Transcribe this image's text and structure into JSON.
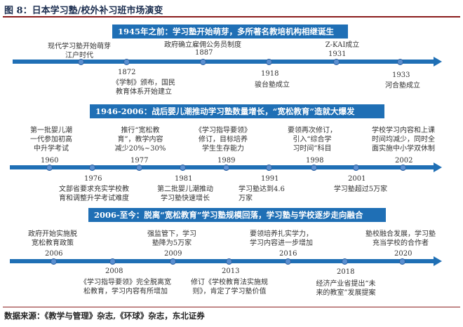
{
  "figure_title": "图 8：日本学习塾/校外补习班市场演变",
  "source_note": "数据来源：《教学与管理》杂志,《环球》杂志，东北证券",
  "colors": {
    "band": "#1f6fb5",
    "axis": "#1f6fb5",
    "rule": "#8a1c1c",
    "dot": "#5a8fd0"
  },
  "stage1": {
    "band": "1945年之前：学习塾开始萌芽，多所著名教培机构相继诞生",
    "events": [
      {
        "text": "现代学习塾开始萌芽\n江户时代"
      },
      {
        "year": "1872",
        "text": "《学制》颁布，国民\n教育体系开始建立"
      },
      {
        "year": "1887",
        "text": "政府确立雇佣公务员制度"
      },
      {
        "year": "1918",
        "text": "骏台塾成立"
      },
      {
        "year": "1931",
        "text": "Z-KAI成立"
      },
      {
        "year": "1933",
        "text": "河合塾成立"
      }
    ]
  },
  "stage2": {
    "band": "1946-2006：战后婴儿潮推动学习塾数量增长，“宽松教育”造就大爆发",
    "events": [
      {
        "year": "1960",
        "text": "第一批婴儿潮\n一代参加初高\n中升学考试"
      },
      {
        "year": "1976",
        "text": "文部省要求充实学校教\n育和调整升学考试难度"
      },
      {
        "year": "1977",
        "text": "推行“宽松教\n育”，教学内容\n减少20%~30%"
      },
      {
        "year": "1981",
        "text": "第二批婴儿潮推动\n学习塾快速增长"
      },
      {
        "year": "1989",
        "text": "《学习指导要领》\n修订，目标培养\n学生生存能力"
      },
      {
        "year": "1991",
        "text": "学习塾达到4.6\n万家"
      },
      {
        "year": "1998",
        "text": "要领再次修订，\n引入“综合学\n习时间”科目"
      },
      {
        "year": "2001",
        "text": "学习塾超过5万家"
      },
      {
        "year": "2002",
        "text": "学校学习内容和上课\n时间均减少，同时全\n面实施中小学双休制"
      }
    ]
  },
  "stage3": {
    "band": "2006-至今：脱离“宽松教育”学习塾规模回落，学习塾与学校逐步走向融合",
    "events": [
      {
        "year": "2006",
        "text": "政府开始实施脱\n宽松教育政策"
      },
      {
        "year": "2008",
        "text": "《学习指导要领》完全脱离宽\n松教育，学习内容有所增加"
      },
      {
        "year": "2009",
        "text": "强监管下，学习\n塾降为5万家"
      },
      {
        "year": "2013",
        "text": "修订《学校教育法实施规\n则》，肯定了学习塾价值"
      },
      {
        "year": "2016",
        "text": "要领培养扎实学力，\n学习内容进一步增加"
      },
      {
        "year": "2018",
        "text": "经济产业省提出“未\n来的教室”发展提案"
      },
      {
        "year": "2020",
        "text": "塾校融合发展，学习塾\n充当学校的合作者"
      }
    ]
  }
}
